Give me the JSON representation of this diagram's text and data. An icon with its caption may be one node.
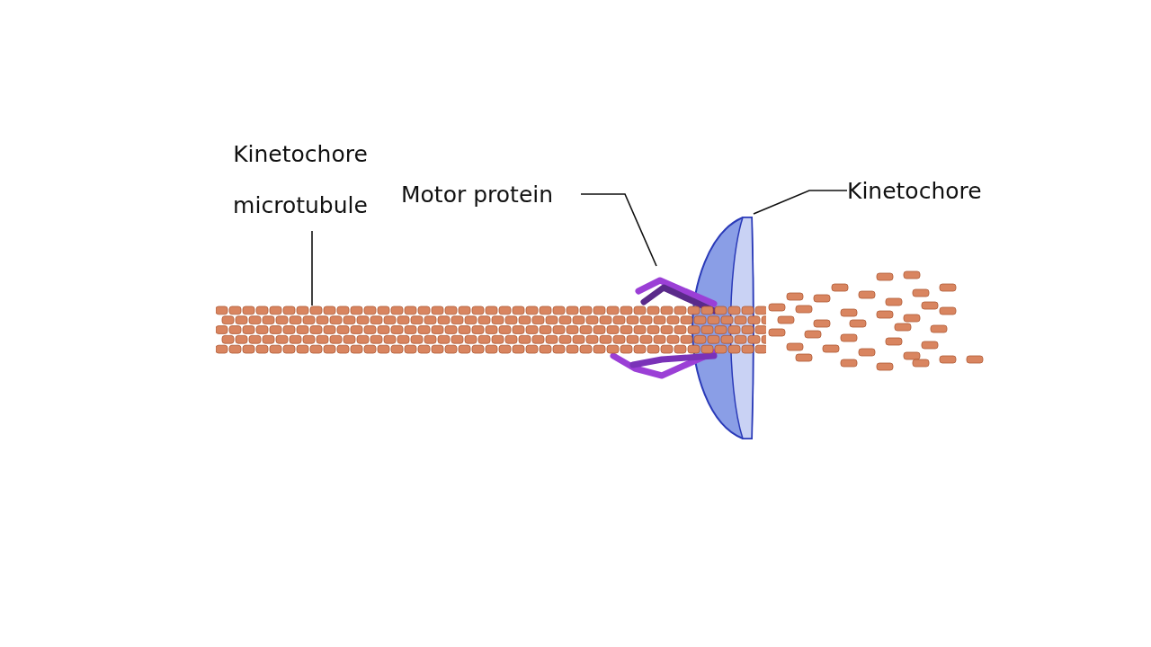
{
  "diagram": {
    "nodes": [
      {
        "text": [
          "Kinetochore microtubule"
        ]
      },
      {
        "text": [],
        "shape": "picture"
      },
      {
        "text": [
          "Motor protein"
        ]
      },
      {
        "text": [],
        "shape": "picture"
      },
      {
        "text": [
          "Kinetochore"
        ]
      },
      {
        "text": [],
        "shape": "picture"
      }
    ],
    "edges": [
      {
        "from": 0,
        "to": 1,
        "arrow": "none"
      },
      {
        "from": 2,
        "to": 3,
        "arrow": "none"
      },
      {
        "from": 4,
        "to": 5,
        "arrow": "none"
      }
    ]
  }
}
